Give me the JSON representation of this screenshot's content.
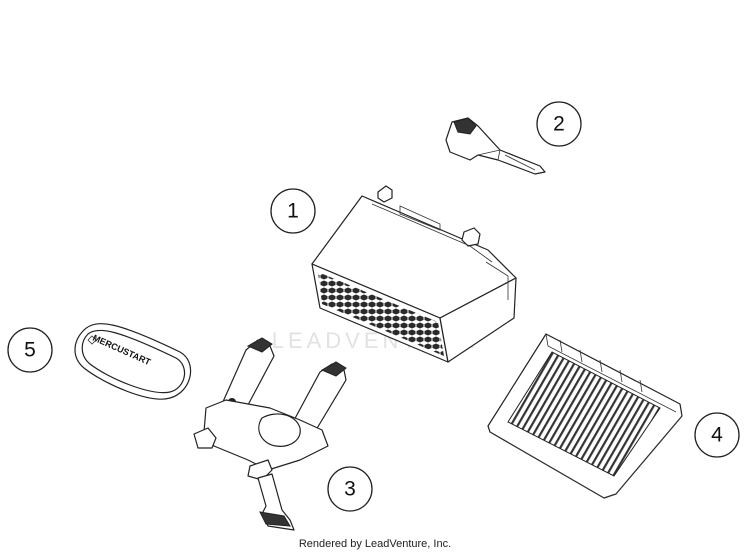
{
  "watermark": {
    "text": "LEADVENTURE"
  },
  "battery_label": {
    "text": "MERCUSTART"
  },
  "callouts": [
    {
      "label": "1"
    },
    {
      "label": "2"
    },
    {
      "label": "3"
    },
    {
      "label": "4"
    },
    {
      "label": "5"
    }
  ],
  "credit": {
    "text": "Rendered by LeadVenture, Inc."
  }
}
